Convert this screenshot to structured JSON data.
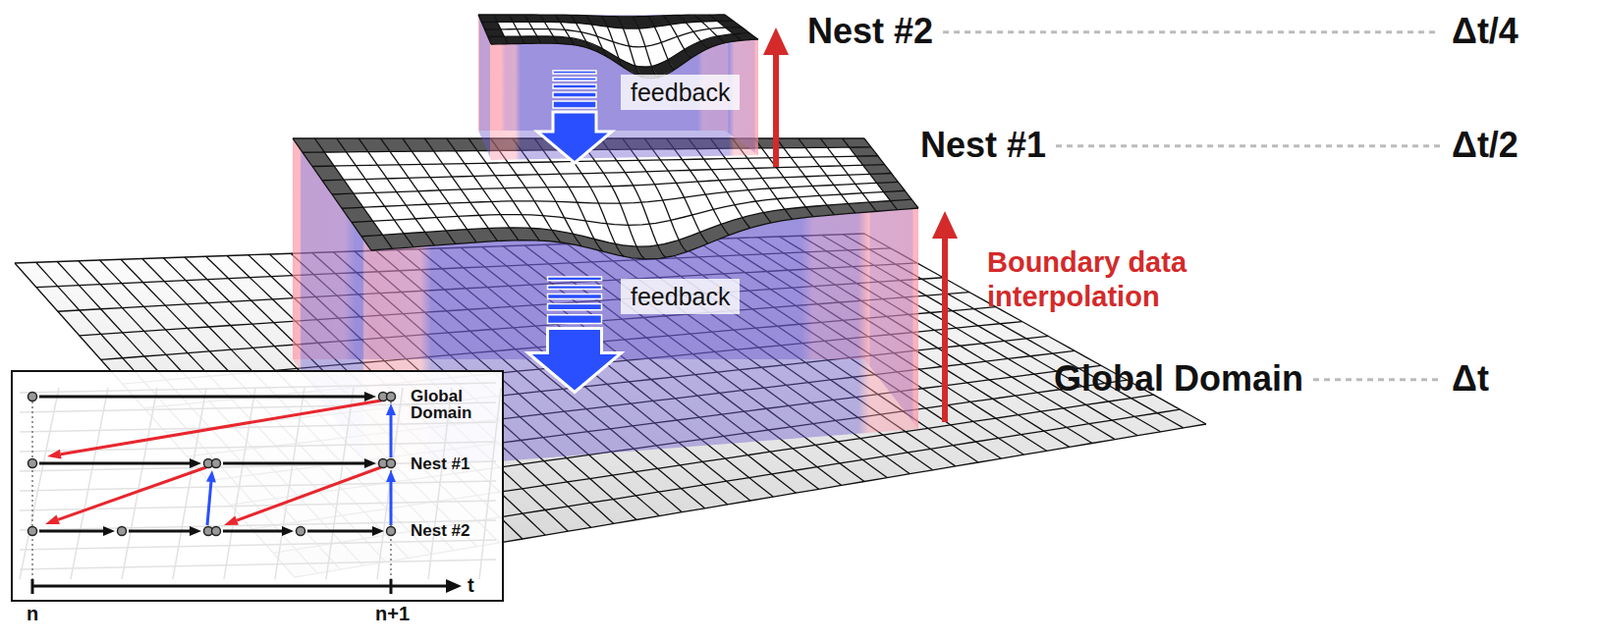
{
  "diagram": {
    "nodes": [
      {
        "text": [
          "feedback"
        ]
      },
      {
        "text": [
          "feedback"
        ]
      }
    ],
    "labels": [
      "Nest #2",
      "Δt/4",
      "Nest #1",
      "Δt/2",
      "Boundary data interpolation",
      "Global Domain",
      "Δt",
      "Global Domain",
      "Nest #1",
      "Nest #2",
      "t",
      "n",
      "n+1"
    ]
  }
}
